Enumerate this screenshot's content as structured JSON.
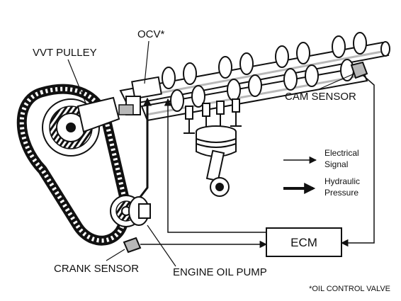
{
  "labels": {
    "ocv": "OCV*",
    "vvt_pulley": "VVT PULLEY",
    "cam_sensor": "CAM SENSOR",
    "crank_sensor": "CRANK SENSOR",
    "engine_oil_pump": "ENGINE OIL PUMP",
    "ecm": "ECM"
  },
  "legend": {
    "electrical_line1": "Electrical",
    "electrical_line2": "Signal",
    "hydraulic_line1": "Hydraulic",
    "hydraulic_line2": "Pressure"
  },
  "footnote": "*OIL CONTROL VALVE",
  "colors": {
    "ink": "#111111",
    "paper": "#ffffff",
    "shade": "#b8b8b8"
  }
}
